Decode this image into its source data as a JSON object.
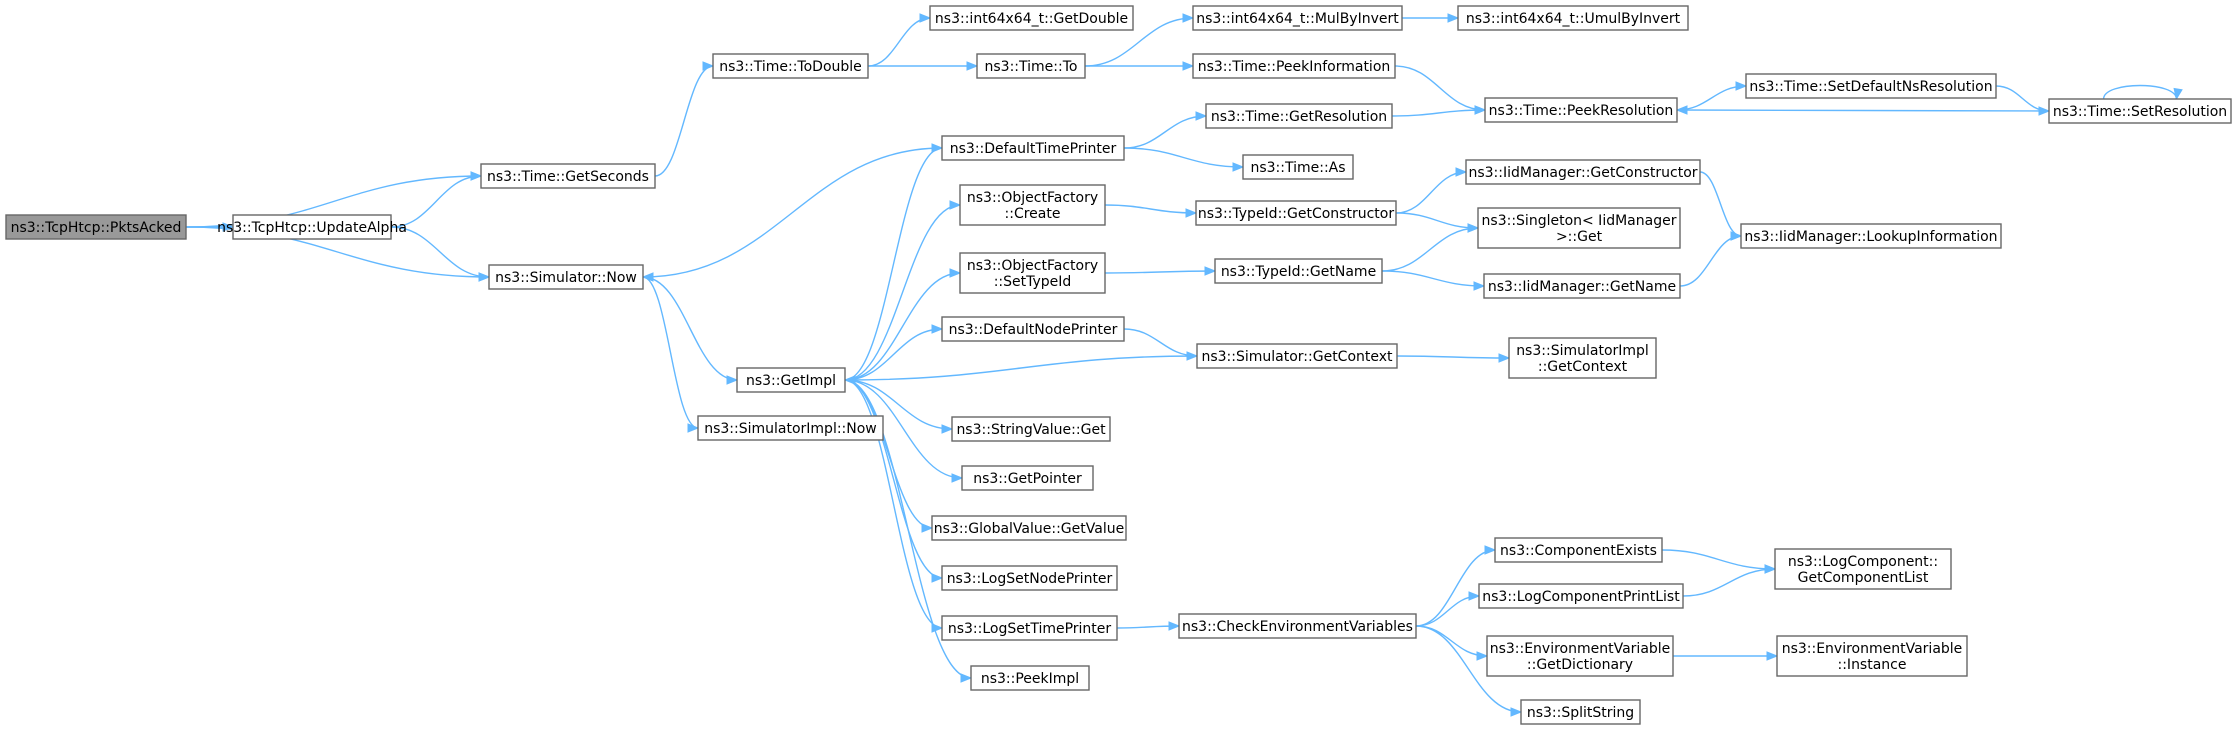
{
  "diagram": {
    "kind": "call-graph",
    "colors": {
      "edge": "#63b8ff",
      "node_border": "#666666",
      "root_fill": "#999999",
      "node_fill": "#ffffff"
    },
    "nodes": [
      {
        "id": "pkts_acked",
        "lines": [
          "ns3::TcpHtcp::PktsAcked"
        ],
        "root": true
      },
      {
        "id": "get_seconds",
        "lines": [
          "ns3::Time::GetSeconds"
        ]
      },
      {
        "id": "update_alpha",
        "lines": [
          "ns3::TcpHtcp::UpdateAlpha"
        ]
      },
      {
        "id": "sim_now",
        "lines": [
          "ns3::Simulator::Now"
        ]
      },
      {
        "id": "to_double",
        "lines": [
          "ns3::Time::ToDouble"
        ]
      },
      {
        "id": "int_get_double",
        "lines": [
          "ns3::int64x64_t::GetDouble"
        ]
      },
      {
        "id": "time_to",
        "lines": [
          "ns3::Time::To"
        ]
      },
      {
        "id": "mul_by_invert",
        "lines": [
          "ns3::int64x64_t::MulByInvert"
        ]
      },
      {
        "id": "umul_by_invert",
        "lines": [
          "ns3::int64x64_t::UmulByInvert"
        ]
      },
      {
        "id": "peek_information",
        "lines": [
          "ns3::Time::PeekInformation"
        ]
      },
      {
        "id": "peek_resolution",
        "lines": [
          "ns3::Time::PeekResolution"
        ]
      },
      {
        "id": "set_default_ns",
        "lines": [
          "ns3::Time::SetDefaultNsResolution"
        ]
      },
      {
        "id": "set_resolution",
        "lines": [
          "ns3::Time::SetResolution"
        ]
      },
      {
        "id": "default_time_printer",
        "lines": [
          "ns3::DefaultTimePrinter"
        ]
      },
      {
        "id": "get_resolution",
        "lines": [
          "ns3::Time::GetResolution"
        ]
      },
      {
        "id": "time_as",
        "lines": [
          "ns3::Time::As"
        ]
      },
      {
        "id": "objfactory_create",
        "lines": [
          "ns3::ObjectFactory",
          "::Create"
        ]
      },
      {
        "id": "typeid_get_constructor",
        "lines": [
          "ns3::TypeId::GetConstructor"
        ]
      },
      {
        "id": "iid_get_constructor",
        "lines": [
          "ns3::IidManager::GetConstructor"
        ]
      },
      {
        "id": "singleton_get",
        "lines": [
          "ns3::Singleton< IidManager",
          ">::Get"
        ]
      },
      {
        "id": "iid_lookup",
        "lines": [
          "ns3::IidManager::LookupInformation"
        ]
      },
      {
        "id": "objfactory_settypeid",
        "lines": [
          "ns3::ObjectFactory",
          "::SetTypeId"
        ]
      },
      {
        "id": "typeid_get_name",
        "lines": [
          "ns3::TypeId::GetName"
        ]
      },
      {
        "id": "iid_get_name",
        "lines": [
          "ns3::IidManager::GetName"
        ]
      },
      {
        "id": "default_node_printer",
        "lines": [
          "ns3::DefaultNodePrinter"
        ]
      },
      {
        "id": "sim_get_context",
        "lines": [
          "ns3::Simulator::GetContext"
        ]
      },
      {
        "id": "simimpl_get_context",
        "lines": [
          "ns3::SimulatorImpl",
          "::GetContext"
        ]
      },
      {
        "id": "get_impl",
        "lines": [
          "ns3::GetImpl"
        ]
      },
      {
        "id": "simimpl_now",
        "lines": [
          "ns3::SimulatorImpl::Now"
        ]
      },
      {
        "id": "stringvalue_get",
        "lines": [
          "ns3::StringValue::Get"
        ]
      },
      {
        "id": "get_pointer",
        "lines": [
          "ns3::GetPointer"
        ]
      },
      {
        "id": "globalvalue_getvalue",
        "lines": [
          "ns3::GlobalValue::GetValue"
        ]
      },
      {
        "id": "log_set_node_printer",
        "lines": [
          "ns3::LogSetNodePrinter"
        ]
      },
      {
        "id": "log_set_time_printer",
        "lines": [
          "ns3::LogSetTimePrinter"
        ]
      },
      {
        "id": "check_env_vars",
        "lines": [
          "ns3::CheckEnvironmentVariables"
        ]
      },
      {
        "id": "component_exists",
        "lines": [
          "ns3::ComponentExists"
        ]
      },
      {
        "id": "log_component_print_list",
        "lines": [
          "ns3::LogComponentPrintList"
        ]
      },
      {
        "id": "get_component_list",
        "lines": [
          "ns3::LogComponent::",
          "GetComponentList"
        ]
      },
      {
        "id": "env_get_dictionary",
        "lines": [
          "ns3::EnvironmentVariable",
          "::GetDictionary"
        ]
      },
      {
        "id": "env_instance",
        "lines": [
          "ns3::EnvironmentVariable",
          "::Instance"
        ]
      },
      {
        "id": "split_string",
        "lines": [
          "ns3::SplitString"
        ]
      },
      {
        "id": "peek_impl",
        "lines": [
          "ns3::PeekImpl"
        ]
      }
    ],
    "edges": [
      [
        "pkts_acked",
        "get_seconds"
      ],
      [
        "pkts_acked",
        "update_alpha"
      ],
      [
        "pkts_acked",
        "sim_now"
      ],
      [
        "update_alpha",
        "get_seconds"
      ],
      [
        "update_alpha",
        "sim_now"
      ],
      [
        "get_seconds",
        "to_double"
      ],
      [
        "to_double",
        "int_get_double"
      ],
      [
        "to_double",
        "time_to"
      ],
      [
        "time_to",
        "mul_by_invert"
      ],
      [
        "time_to",
        "peek_information"
      ],
      [
        "mul_by_invert",
        "umul_by_invert"
      ],
      [
        "peek_information",
        "peek_resolution"
      ],
      [
        "peek_resolution",
        "set_default_ns"
      ],
      [
        "set_default_ns",
        "set_resolution"
      ],
      [
        "set_resolution",
        "peek_resolution"
      ],
      [
        "set_resolution",
        "set_resolution"
      ],
      [
        "sim_now",
        "get_impl"
      ],
      [
        "sim_now",
        "simimpl_now"
      ],
      [
        "default_time_printer",
        "sim_now"
      ],
      [
        "default_time_printer",
        "get_resolution"
      ],
      [
        "default_time_printer",
        "time_as"
      ],
      [
        "get_resolution",
        "peek_resolution"
      ],
      [
        "get_impl",
        "default_time_printer"
      ],
      [
        "get_impl",
        "objfactory_create"
      ],
      [
        "get_impl",
        "objfactory_settypeid"
      ],
      [
        "get_impl",
        "default_node_printer"
      ],
      [
        "get_impl",
        "stringvalue_get"
      ],
      [
        "get_impl",
        "get_pointer"
      ],
      [
        "get_impl",
        "globalvalue_getvalue"
      ],
      [
        "get_impl",
        "log_set_node_printer"
      ],
      [
        "get_impl",
        "log_set_time_printer"
      ],
      [
        "get_impl",
        "peek_impl"
      ],
      [
        "objfactory_create",
        "typeid_get_constructor"
      ],
      [
        "typeid_get_constructor",
        "iid_get_constructor"
      ],
      [
        "typeid_get_constructor",
        "singleton_get"
      ],
      [
        "iid_get_constructor",
        "iid_lookup"
      ],
      [
        "objfactory_settypeid",
        "typeid_get_name"
      ],
      [
        "typeid_get_name",
        "singleton_get"
      ],
      [
        "typeid_get_name",
        "iid_get_name"
      ],
      [
        "iid_get_name",
        "iid_lookup"
      ],
      [
        "default_node_printer",
        "sim_get_context"
      ],
      [
        "sim_get_context",
        "get_impl"
      ],
      [
        "sim_get_context",
        "simimpl_get_context"
      ],
      [
        "log_set_time_printer",
        "check_env_vars"
      ],
      [
        "check_env_vars",
        "component_exists"
      ],
      [
        "check_env_vars",
        "log_component_print_list"
      ],
      [
        "check_env_vars",
        "env_get_dictionary"
      ],
      [
        "check_env_vars",
        "split_string"
      ],
      [
        "component_exists",
        "get_component_list"
      ],
      [
        "log_component_print_list",
        "get_component_list"
      ],
      [
        "env_get_dictionary",
        "env_instance"
      ]
    ]
  }
}
